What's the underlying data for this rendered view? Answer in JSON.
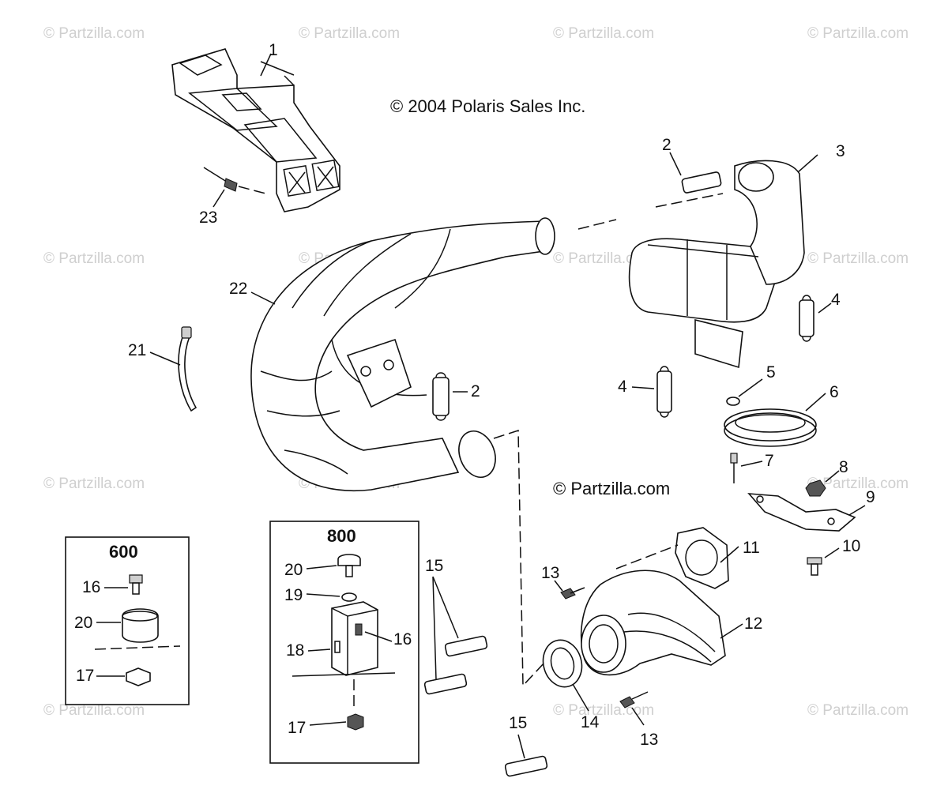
{
  "copyright_text": "© 2004 Polaris Sales Inc.",
  "center_watermark": "© Partzilla.com",
  "watermark_text": "© Partzilla.com",
  "inset_boxes": {
    "box_600": {
      "title": "600",
      "labels": [
        "16",
        "20",
        "17"
      ]
    },
    "box_800": {
      "title": "800",
      "labels": [
        "20",
        "19",
        "18",
        "16",
        "17"
      ]
    }
  },
  "callouts": {
    "c1": "1",
    "c2a": "2",
    "c2b": "2",
    "c3": "3",
    "c4a": "4",
    "c4b": "4",
    "c5": "5",
    "c6": "6",
    "c7": "7",
    "c8": "8",
    "c9": "9",
    "c10": "10",
    "c11": "11",
    "c12": "12",
    "c13a": "13",
    "c13b": "13",
    "c14": "14",
    "c15a": "15",
    "c15b": "15",
    "c21": "21",
    "c22": "22",
    "c23": "23"
  }
}
